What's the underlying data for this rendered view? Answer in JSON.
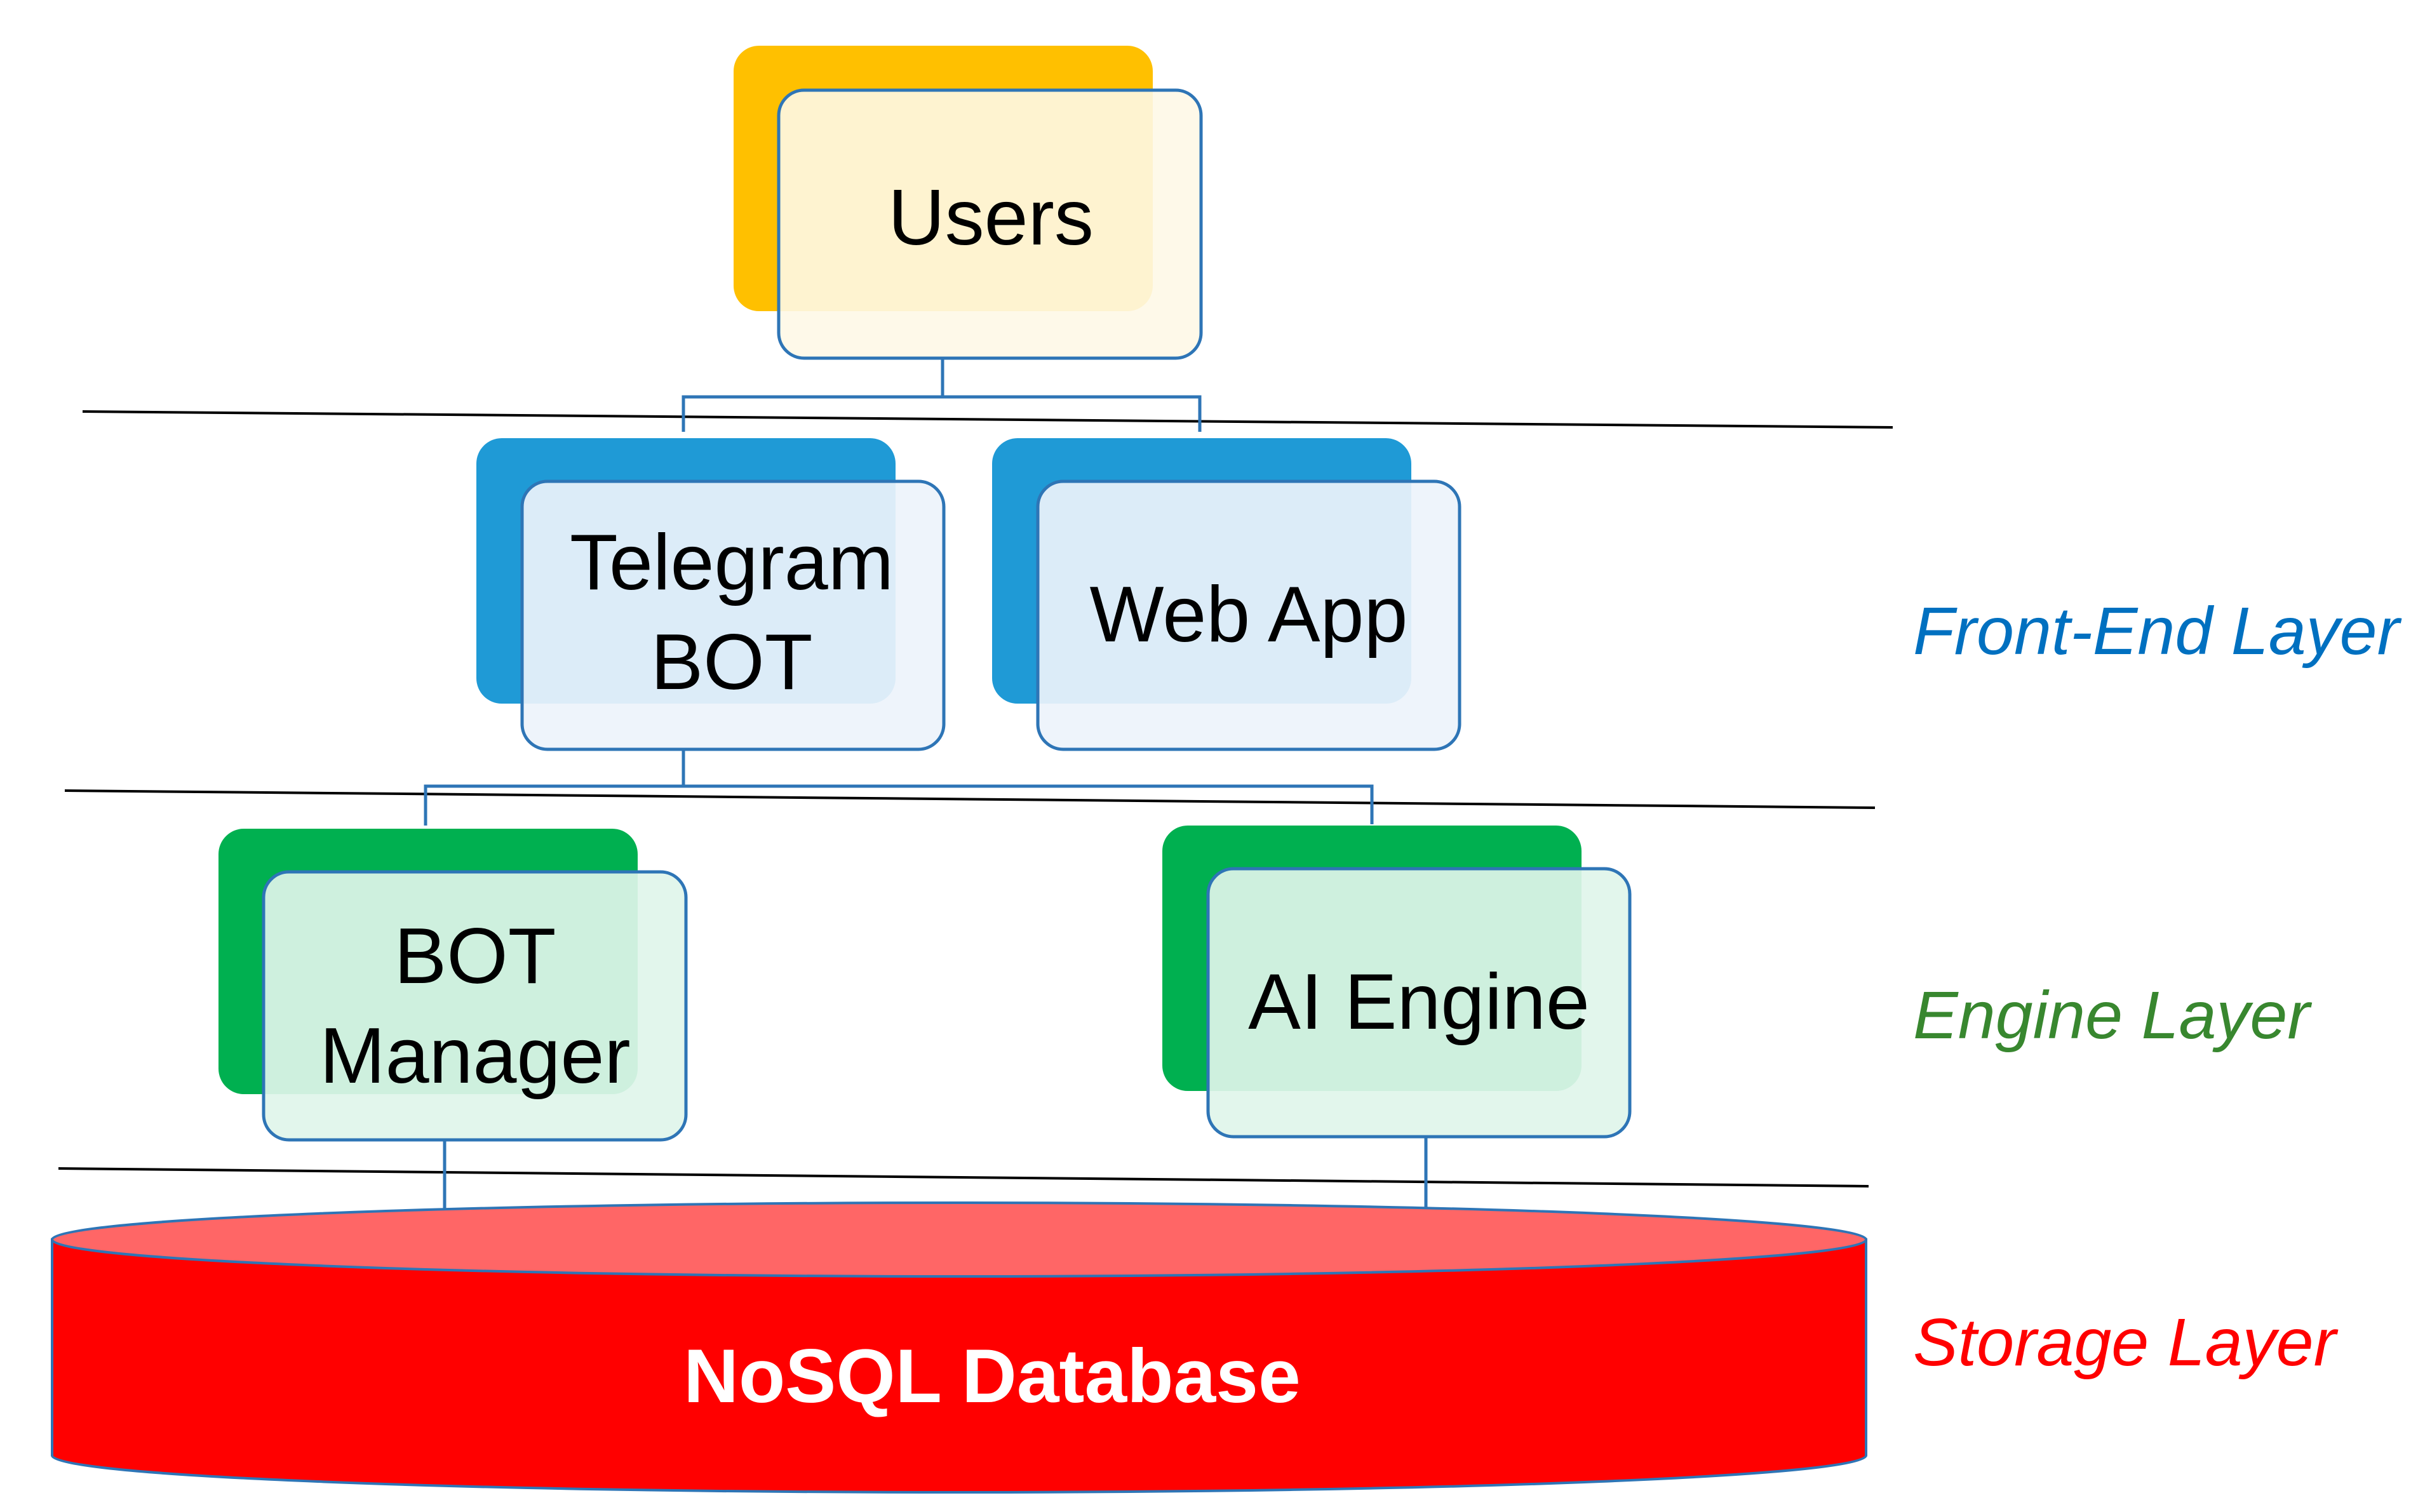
{
  "nodes": {
    "users": {
      "label": "Users",
      "accent_color": "#FFC000",
      "fill_color": "#FEF8E7"
    },
    "telegram_bot": {
      "line1": "Telegram",
      "line2": "BOT",
      "accent_color": "#1F9AD6",
      "fill_color": "#EDF3FB"
    },
    "web_app": {
      "label": "Web App",
      "accent_color": "#1F9AD6",
      "fill_color": "#EDF3FB"
    },
    "bot_manager": {
      "line1": "BOT",
      "line2": "Manager",
      "accent_color": "#00B050",
      "fill_color": "#DFF5EA"
    },
    "ai_engine": {
      "label": "AI Engine",
      "accent_color": "#00B050",
      "fill_color": "#DFF5EA"
    }
  },
  "database": {
    "label": "NoSQL Database",
    "body_color": "#FF0000",
    "top_color": "#FF6666"
  },
  "layers": {
    "front_end": {
      "label": "Front-End Layer",
      "color": "#0070C0"
    },
    "engine": {
      "label": "Engine Layer",
      "color": "#38872F"
    },
    "storage": {
      "label": "Storage Layer",
      "color": "#FF0000"
    }
  },
  "colors": {
    "connector": "#2E75B6",
    "card_border": "#2E75B6",
    "divider": "#000000"
  }
}
